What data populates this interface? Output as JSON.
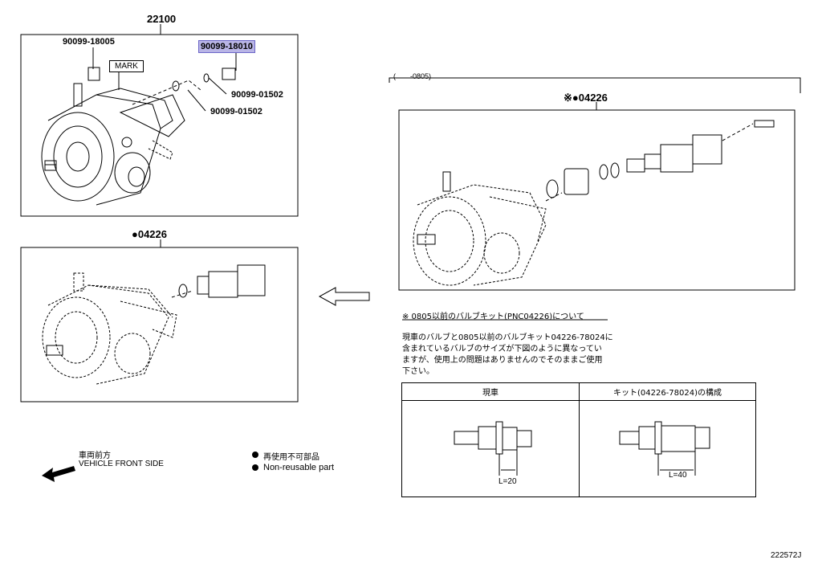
{
  "assembly": {
    "number": "22100",
    "parts": {
      "p1": "90099-18005",
      "p2": "90099-18010",
      "p3": "90099-01502",
      "p4": "90099-01502",
      "mark": "MARK"
    }
  },
  "kit_lower": {
    "label": "●04226"
  },
  "kit_right": {
    "range": "(　　-0805)",
    "label": "※●04226"
  },
  "note": {
    "heading": "※ 0805以前のバルブキット(PNC04226)について",
    "body_line1": "現車のバルブと0805以前のバルブキット04226-78024に",
    "body_line2": "含まれているバルブのサイズが下図のように異なってい",
    "body_line3": "ますが、使用上の問題はありませんのでそのままご使用",
    "body_line4": "下さい。"
  },
  "compare_table": {
    "col1_header": "現車",
    "col2_header": "キット(04226-78024)の構成",
    "col1_dim": "L=20",
    "col2_dim": "L=40"
  },
  "legend": {
    "front_jp": "車両前方",
    "front_en": "VEHICLE FRONT SIDE",
    "nonreuse_jp": "再使用不可部品",
    "nonreuse_en": "Non-reusable part"
  },
  "diagram_id": "222572J"
}
